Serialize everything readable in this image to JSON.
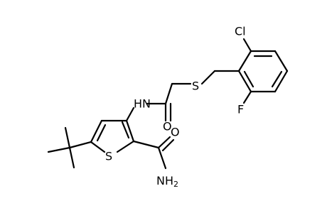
{
  "molecule": {
    "labels": {
      "HN": "HN",
      "O_amide": "O",
      "S_thioether": "S",
      "S_ring": "S",
      "Cl": "Cl",
      "F": "F",
      "O_carboxamide": "O",
      "NH2_main": "NH",
      "NH2_sub": "2"
    },
    "bond_color": "#000000",
    "label_color": "#000000",
    "background": "#ffffff"
  }
}
